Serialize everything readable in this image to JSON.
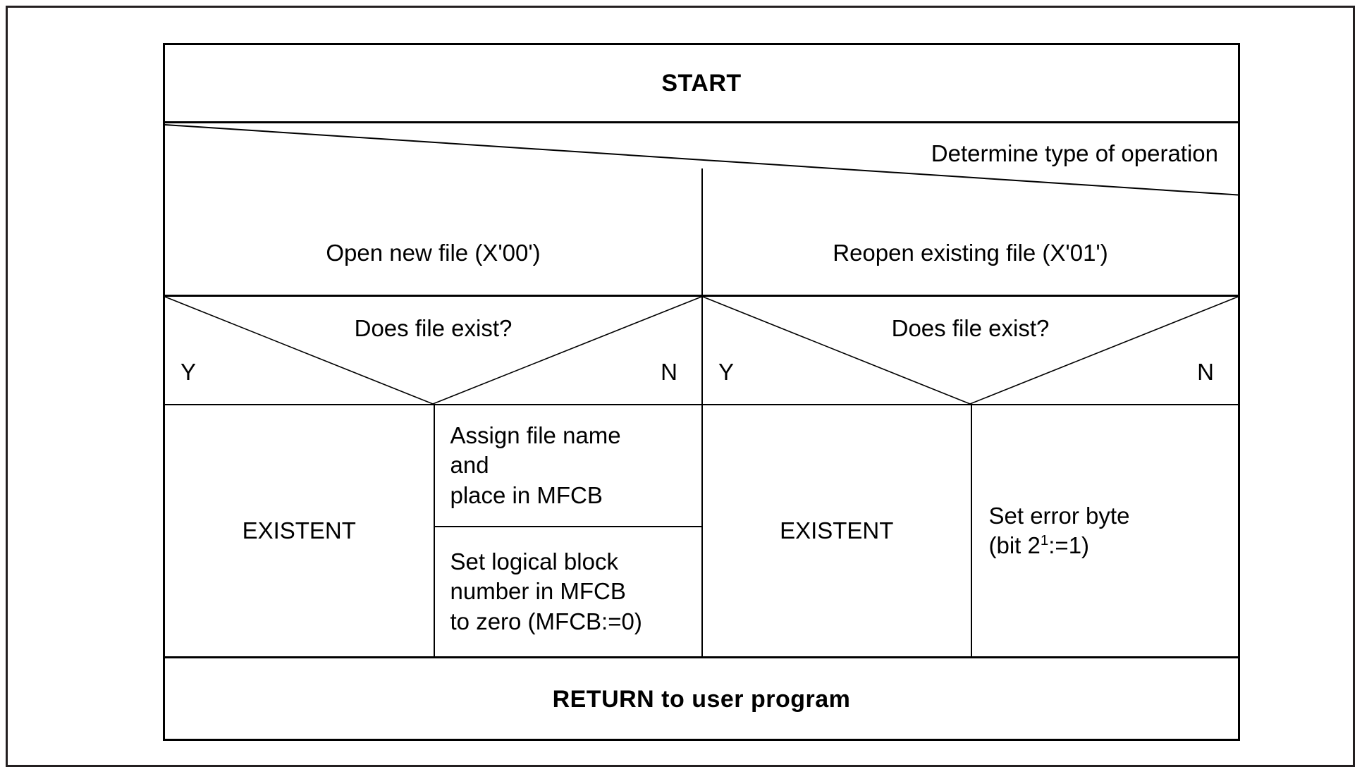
{
  "diagram": {
    "title": "START",
    "footer": "RETURN to user program",
    "determine": {
      "label": "Determine type of operation"
    },
    "branches": [
      {
        "label": "Open new file (X'00')"
      },
      {
        "label": "Reopen existing file (X'01')"
      }
    ],
    "decisions": [
      {
        "question": "Does file exist?",
        "yes": "Y",
        "no": "N"
      },
      {
        "question": "Does file exist?",
        "yes": "Y",
        "no": "N"
      }
    ],
    "actions": {
      "left_yes": "EXISTENT",
      "left_no_top": [
        "Assign file name",
        "and",
        "place in MFCB"
      ],
      "left_no_bottom": [
        "Set logical block",
        "number in MFCB",
        "to zero (MFCB:=0)"
      ],
      "right_yes": "EXISTENT",
      "right_no": {
        "line1": "Set error byte",
        "line2_pre": "(bit 2",
        "line2_sup": "1",
        "line2_post": ":=1)"
      }
    },
    "colors": {
      "ink": "#000000",
      "frame": "#231f20",
      "background": "#ffffff"
    }
  }
}
